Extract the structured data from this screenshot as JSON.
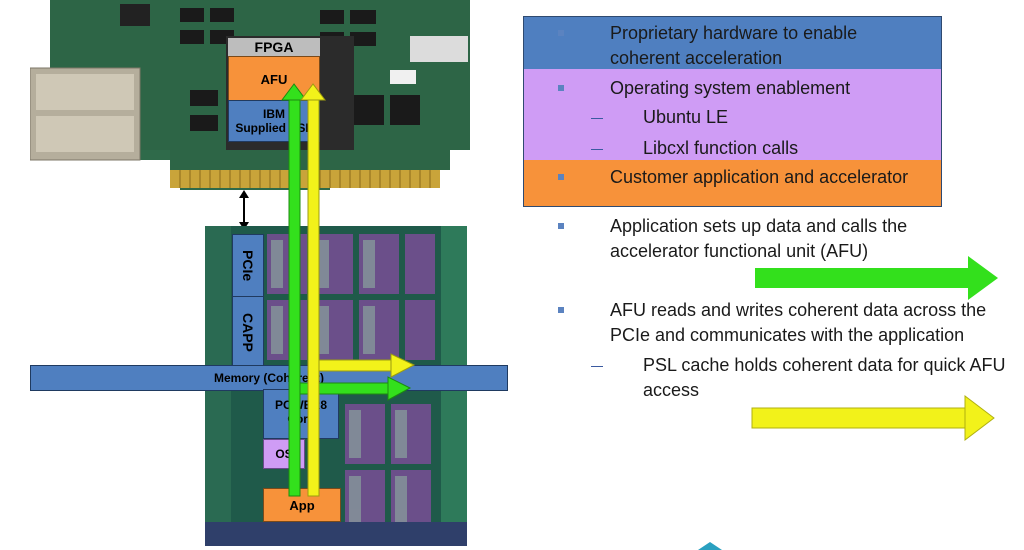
{
  "diagram": {
    "fpga_label": "FPGA",
    "afu_label": "AFU",
    "psl_label_line1": "IBM",
    "psl_label_line2": "Supplied PSL",
    "pcie_label": "PCIe",
    "capp_label": "CAPP",
    "memory_label": "Memory (Coherent)",
    "power8_label_line1": "POWER8",
    "power8_label_line2": "Core",
    "os_label": "OS",
    "app_label": "App"
  },
  "bullets": {
    "b1_line1": "Proprietary hardware to enable",
    "b1_line2": "coherent acceleration",
    "b2": "Operating system enablement",
    "b2_sub1": "Ubuntu LE",
    "b2_sub2": "Libcxl function calls",
    "b3": "Customer application and accelerator",
    "b4_line1": "Application sets up data and calls the",
    "b4_line2": "accelerator functional unit (AFU)",
    "b5_line1": "AFU reads and writes coherent data across the",
    "b5_line2": "PCIe and communicates with the application",
    "b5_sub1_line1": "PSL cache holds coherent data for quick AFU",
    "b5_sub1_line2": "access"
  },
  "colors": {
    "afu_orange": "#f7923a",
    "psl_blue": "#4f7fc0",
    "os_purple": "#cf9cf5",
    "arrow_green": "#33e01c",
    "arrow_yellow": "#f2f21a"
  }
}
